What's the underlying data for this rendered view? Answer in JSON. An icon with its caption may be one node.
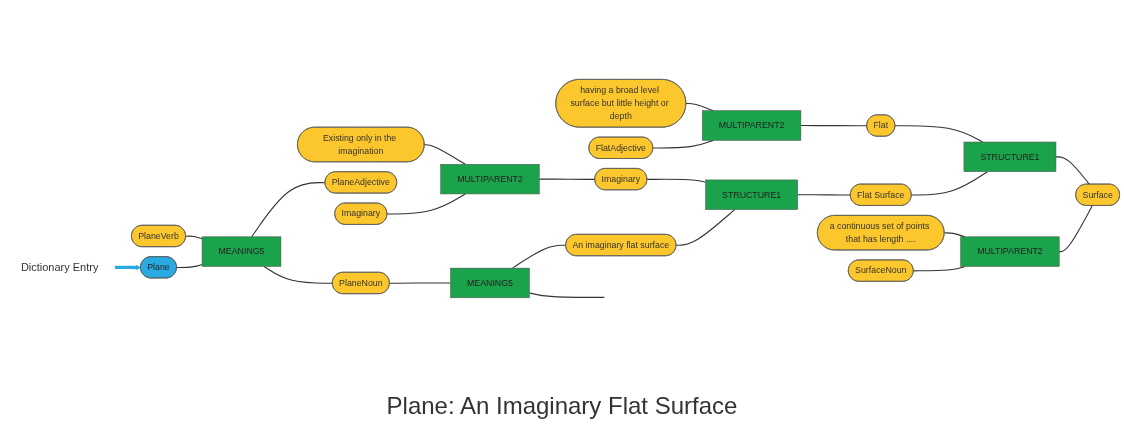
{
  "diagram": {
    "caption": "Plane: An Imaginary Flat Surface",
    "nodes": [
      {
        "text": [
          "Plane"
        ]
      },
      {
        "text": [
          "Dictionary Entry"
        ]
      },
      {
        "text": [
          "PlaneVerb"
        ]
      },
      {
        "text": [
          "MEANING5"
        ]
      },
      {
        "text": [
          "PlaneNoun"
        ]
      },
      {
        "text": [
          "PlaneAdjective"
        ]
      },
      {
        "text": [
          "MEANING5"
        ]
      },
      {
        "text": [
          "An imaginary flat surface"
        ]
      },
      {
        "text": [
          "Imaginary"
        ]
      },
      {
        "text": [
          "Existing only in the imagination"
        ]
      },
      {
        "text": [
          "MULTIPARENT2"
        ]
      },
      {
        "text": [
          "Imaginary"
        ]
      },
      {
        "text": [
          "STRUCTURE1"
        ]
      },
      {
        "text": [
          "Flat Surface"
        ]
      },
      {
        "text": [
          "FlatAdjective"
        ]
      },
      {
        "text": [
          "having a broad level surface but little height or depth"
        ]
      },
      {
        "text": [
          "MULTIPARENT2"
        ]
      },
      {
        "text": [
          "Flat"
        ]
      },
      {
        "text": [
          "STRUCTURE1"
        ]
      },
      {
        "text": [
          "SurfaceNoun"
        ]
      },
      {
        "text": [
          "a continuous set of points that has length ...."
        ]
      },
      {
        "text": [
          "MULTIPARENT2"
        ]
      },
      {
        "text": [
          "Surface"
        ]
      }
    ],
    "edges": [
      {
        "from": 1,
        "to": 0,
        "arrow": "to",
        "style": "thick",
        "color": "#29abe2"
      },
      {
        "from": 0,
        "to": 3,
        "arrow": "none"
      },
      {
        "from": 2,
        "to": 3,
        "arrow": "none"
      },
      {
        "from": 3,
        "to": 4,
        "arrow": "none"
      },
      {
        "from": 3,
        "to": 5,
        "arrow": "none"
      },
      {
        "from": 4,
        "to": 6,
        "arrow": "none"
      },
      {
        "from": 6,
        "to": null,
        "arrow": "none"
      },
      {
        "from": 6,
        "to": 7,
        "arrow": "none"
      },
      {
        "from": 7,
        "to": 12,
        "arrow": "none"
      },
      {
        "from": 8,
        "to": 10,
        "arrow": "none"
      },
      {
        "from": 9,
        "to": 10,
        "arrow": "none"
      },
      {
        "from": 10,
        "to": 11,
        "arrow": "none"
      },
      {
        "from": 11,
        "to": 12,
        "arrow": "none"
      },
      {
        "from": 12,
        "to": 13,
        "arrow": "none"
      },
      {
        "from": 13,
        "to": 18,
        "arrow": "none"
      },
      {
        "from": 14,
        "to": 16,
        "arrow": "none"
      },
      {
        "from": 15,
        "to": 16,
        "arrow": "none"
      },
      {
        "from": 16,
        "to": 17,
        "arrow": "none"
      },
      {
        "from": 17,
        "to": 18,
        "arrow": "none"
      },
      {
        "from": 19,
        "to": 21,
        "arrow": "none"
      },
      {
        "from": 20,
        "to": 21,
        "arrow": "none"
      },
      {
        "from": 21,
        "to": 22,
        "arrow": "none"
      },
      {
        "from": 18,
        "to": 22,
        "arrow": "none"
      }
    ]
  }
}
